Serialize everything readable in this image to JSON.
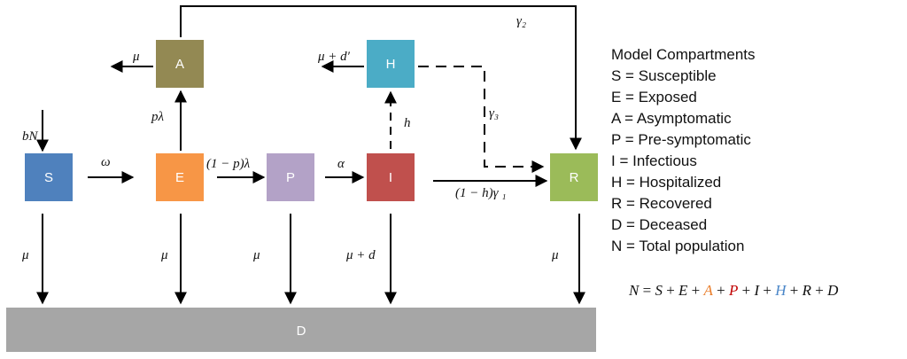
{
  "compartments": {
    "S": {
      "label": "S",
      "color": "#4f81bd"
    },
    "E": {
      "label": "E",
      "color": "#f79646"
    },
    "P": {
      "label": "P",
      "color": "#b3a2c7"
    },
    "I": {
      "label": "I",
      "color": "#c0504d"
    },
    "R": {
      "label": "R",
      "color": "#9bbb59"
    },
    "A": {
      "label": "A",
      "color": "#938953"
    },
    "H": {
      "label": "H",
      "color": "#4bacc6"
    },
    "D": {
      "label": "D",
      "color": "#a6a6a6"
    }
  },
  "rates": {
    "bN": "bN",
    "omega": "ω",
    "p_lambda": "pλ",
    "one_minus_p_lambda": "(1 − p)λ",
    "alpha": "α",
    "h": "h",
    "one_minus_h_gamma1": "(1 − h)γ ₁",
    "gamma2": "γ₂",
    "gamma3": "γ₃",
    "mu": "μ",
    "mu_plus_d": "μ + d",
    "mu_plus_d_prime": "μ + d′"
  },
  "legend": {
    "title": "Model Compartments",
    "items": [
      {
        "text": "S = Susceptible",
        "color": "#111111"
      },
      {
        "text": "E = Exposed",
        "color": "#111111"
      },
      {
        "text": "A = Asymptomatic",
        "color": "#e97d2b"
      },
      {
        "text": "P = Pre-symptomatic",
        "color": "#b23a36"
      },
      {
        "text": "I = Infectious",
        "color": "#111111"
      },
      {
        "text": "H = Hospitalized",
        "color": "#4a86c8"
      },
      {
        "text": "R = Recovered",
        "color": "#111111"
      },
      {
        "text": "D = Deceased",
        "color": "#111111"
      },
      {
        "text": "N = Total population",
        "color": "#111111"
      }
    ]
  },
  "equation": {
    "lhs": "N",
    "eq": " = ",
    "terms": [
      {
        "text": "S",
        "color": "#111111"
      },
      {
        "text": "E",
        "color": "#111111"
      },
      {
        "text": "A",
        "color": "#e97d2b"
      },
      {
        "text": "P",
        "color": "#c00000"
      },
      {
        "text": "I",
        "color": "#111111"
      },
      {
        "text": "H",
        "color": "#4a86c8"
      },
      {
        "text": "R",
        "color": "#111111"
      },
      {
        "text": "D",
        "color": "#111111"
      }
    ],
    "plus": " + "
  }
}
